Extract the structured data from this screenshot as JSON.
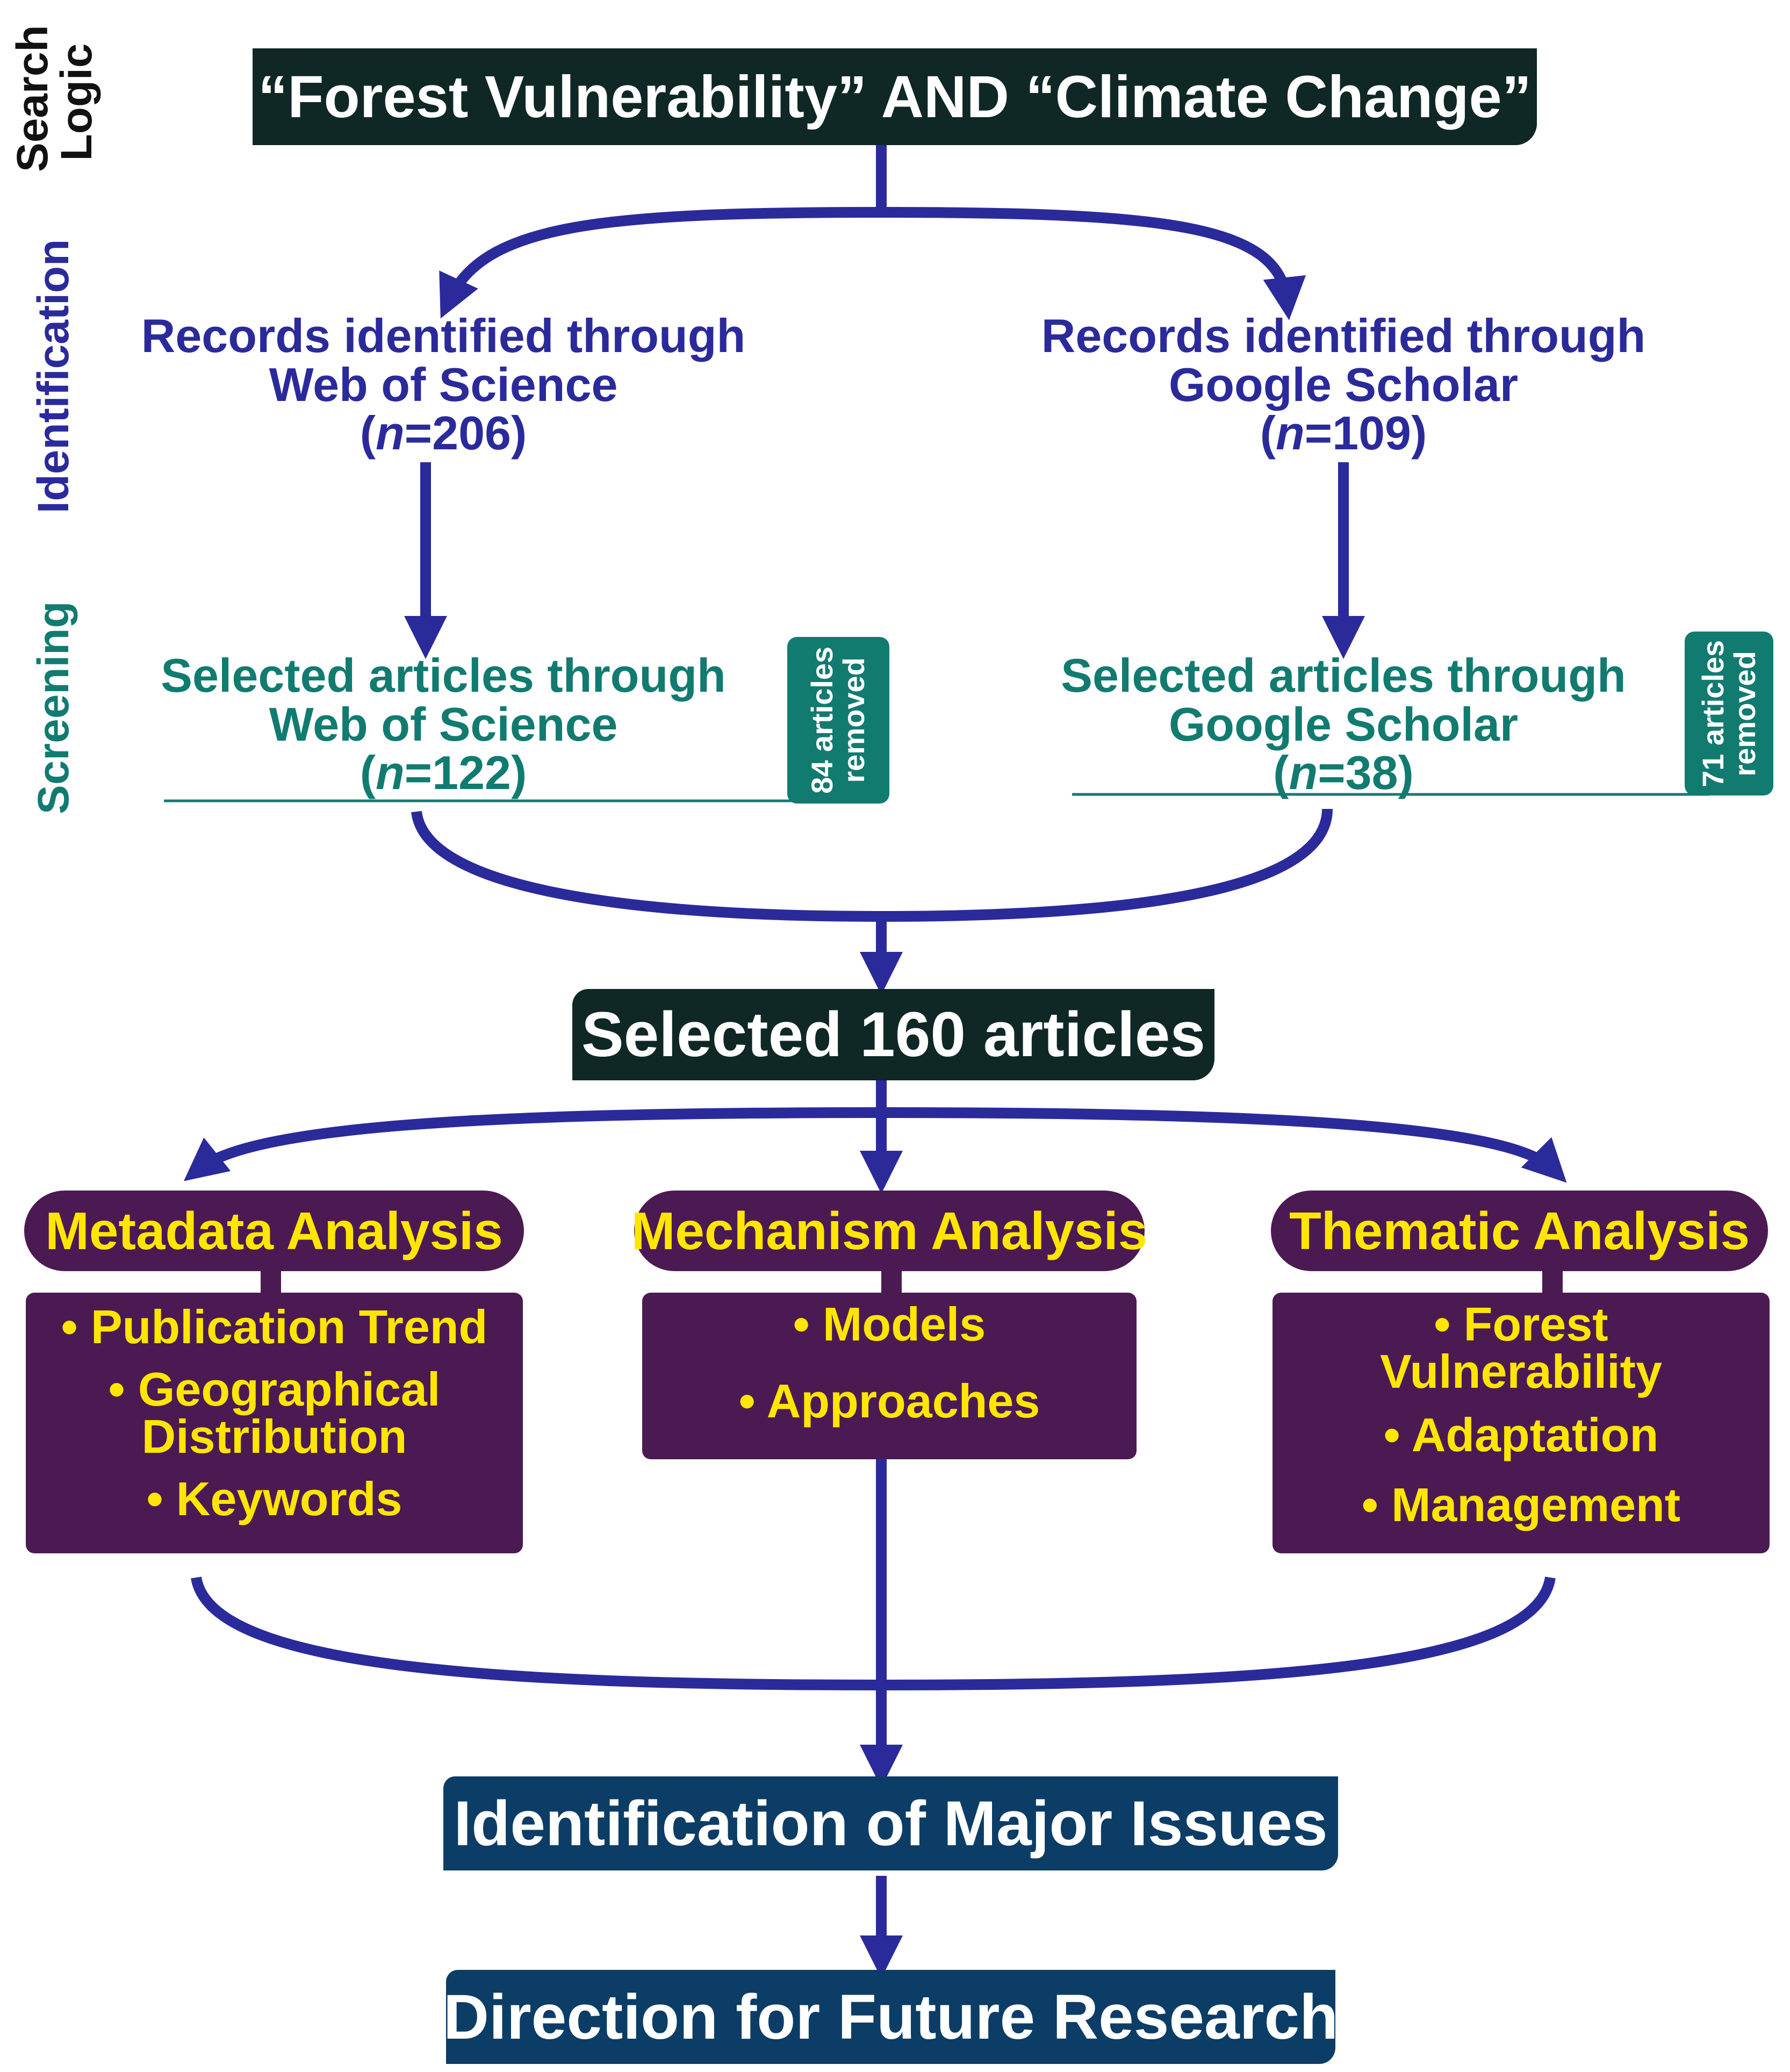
{
  "stages": {
    "search_logic_line1": "Search",
    "search_logic_line2": "Logic",
    "identification": "Identification",
    "screening": "Screening"
  },
  "search_query": "“Forest Vulnerability” AND “Climate Change”",
  "identification": {
    "web_of_science": {
      "line1": "Records identified through",
      "line2": "Web of Science",
      "n_prefix": "(",
      "n_var": "n",
      "n_value": "=206)"
    },
    "google_scholar": {
      "line1": "Records identified through",
      "line2": "Google Scholar",
      "n_prefix": "(",
      "n_var": "n",
      "n_value": "=109)"
    }
  },
  "screening": {
    "web_of_science": {
      "line1": "Selected articles through",
      "line2": "Web of Science",
      "n_prefix": "(",
      "n_var": "n",
      "n_value": "=122)",
      "removed_line1": "84 articles",
      "removed_line2": "removed"
    },
    "google_scholar": {
      "line1": "Selected articles through",
      "line2": "Google Scholar",
      "n_prefix": "(",
      "n_var": "n",
      "n_value": "=38)",
      "removed_line1": "71 articles",
      "removed_line2": "removed"
    }
  },
  "selected": "Selected 160 articles",
  "analyses": {
    "metadata": {
      "title": "Metadata Analysis",
      "items": [
        "• Publication Trend",
        "• Geographical",
        "Distribution",
        "• Keywords"
      ]
    },
    "mechanism": {
      "title": "Mechanism Analysis",
      "items": [
        "• Models",
        "• Approaches"
      ]
    },
    "thematic": {
      "title": "Thematic Analysis",
      "items": [
        "• Forest",
        "Vulnerability",
        "• Adaptation",
        "• Management"
      ]
    }
  },
  "major_issues": "Identification of Major Issues",
  "future_research": "Direction for Future Research",
  "colors": {
    "arrow": "#2b2a9b",
    "identification_text": "#2b2a9b",
    "screening_text": "#127b70",
    "dark_box": "#0f2826",
    "analysis_fill": "#4c1a52",
    "analysis_text": "#ffe600",
    "navy_box": "#0c3d66"
  }
}
